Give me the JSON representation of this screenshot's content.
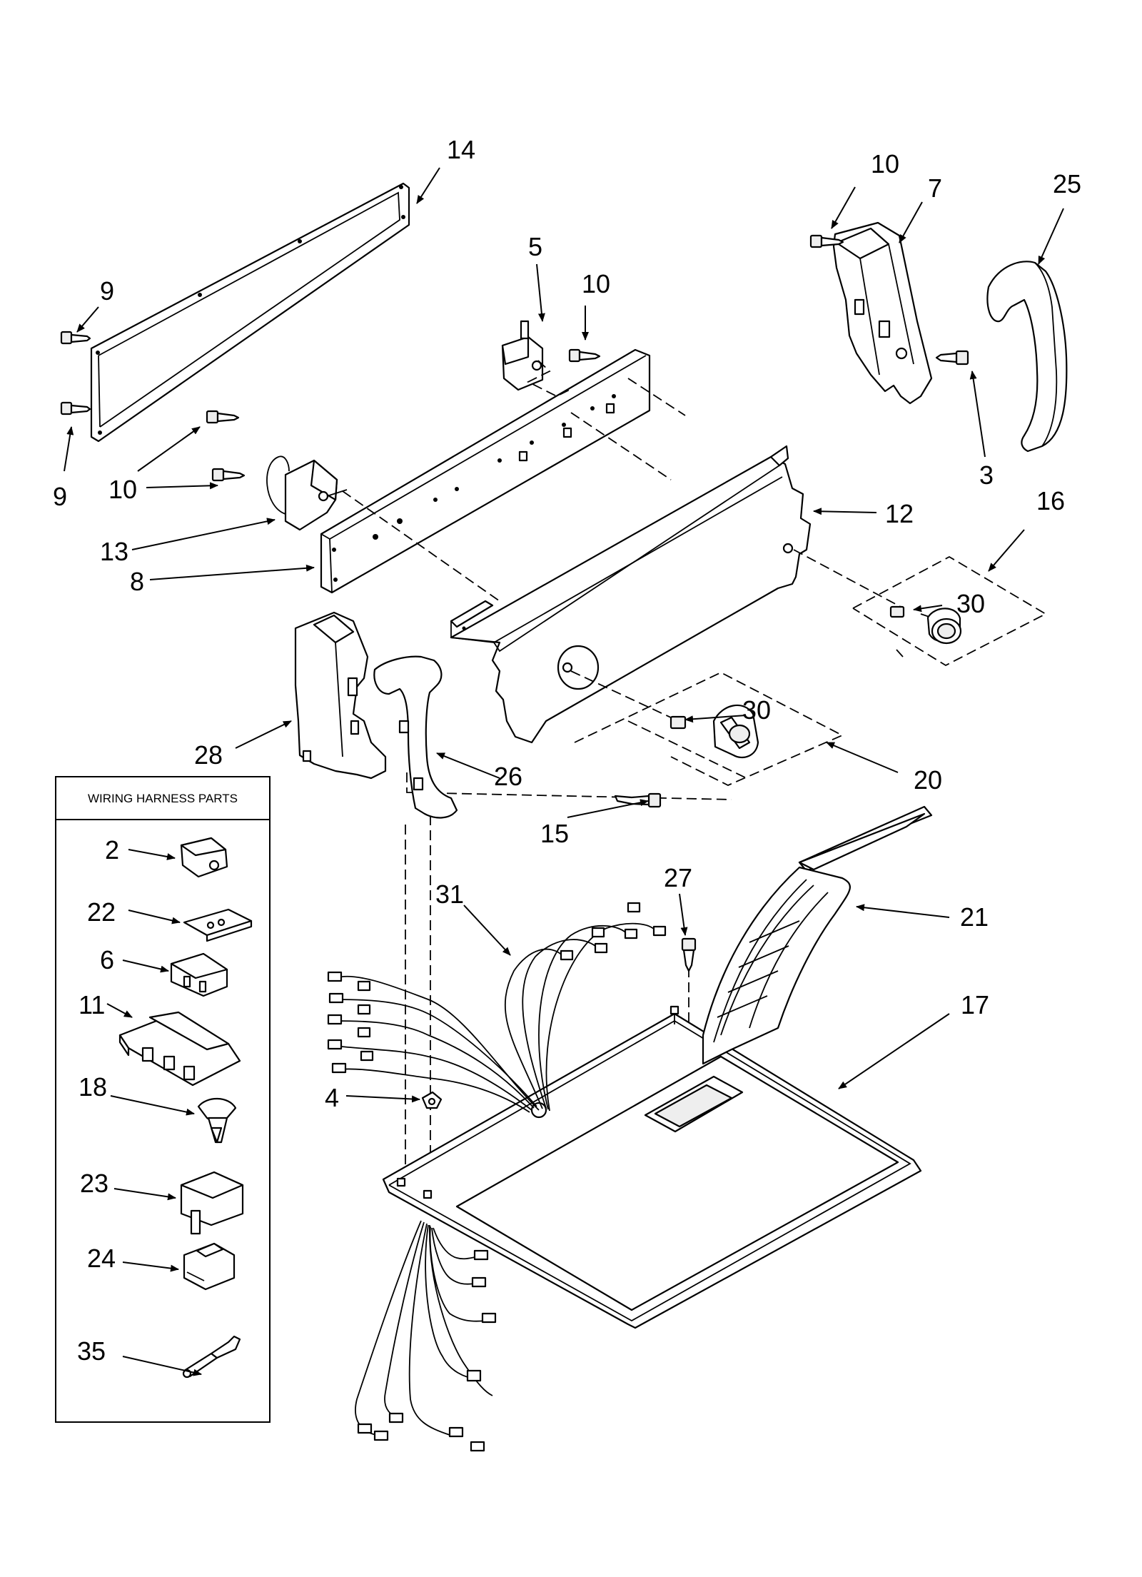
{
  "legend": {
    "title": "WIRING HARNESS PARTS"
  },
  "callouts": [
    {
      "id": "c14",
      "text": "14"
    },
    {
      "id": "c9a",
      "text": "9"
    },
    {
      "id": "c9b",
      "text": "9"
    },
    {
      "id": "c10a",
      "text": "10"
    },
    {
      "id": "c13",
      "text": "13"
    },
    {
      "id": "c8",
      "text": "8"
    },
    {
      "id": "c5",
      "text": "5"
    },
    {
      "id": "c10b",
      "text": "10"
    },
    {
      "id": "c10c",
      "text": "10"
    },
    {
      "id": "c7",
      "text": "7"
    },
    {
      "id": "c25",
      "text": "25"
    },
    {
      "id": "c3",
      "text": "3"
    },
    {
      "id": "c12",
      "text": "12"
    },
    {
      "id": "c16",
      "text": "16"
    },
    {
      "id": "c30a",
      "text": "30"
    },
    {
      "id": "c30b",
      "text": "30"
    },
    {
      "id": "c28",
      "text": "28"
    },
    {
      "id": "c26",
      "text": "26"
    },
    {
      "id": "c20",
      "text": "20"
    },
    {
      "id": "c15",
      "text": "15"
    },
    {
      "id": "c2",
      "text": "2"
    },
    {
      "id": "c22",
      "text": "22"
    },
    {
      "id": "c6",
      "text": "6"
    },
    {
      "id": "c11",
      "text": "11"
    },
    {
      "id": "c18",
      "text": "18"
    },
    {
      "id": "c23",
      "text": "23"
    },
    {
      "id": "c24",
      "text": "24"
    },
    {
      "id": "c35",
      "text": "35"
    },
    {
      "id": "c31",
      "text": "31"
    },
    {
      "id": "c27",
      "text": "27"
    },
    {
      "id": "c21",
      "text": "21"
    },
    {
      "id": "c17",
      "text": "17"
    },
    {
      "id": "c4",
      "text": "4"
    }
  ]
}
